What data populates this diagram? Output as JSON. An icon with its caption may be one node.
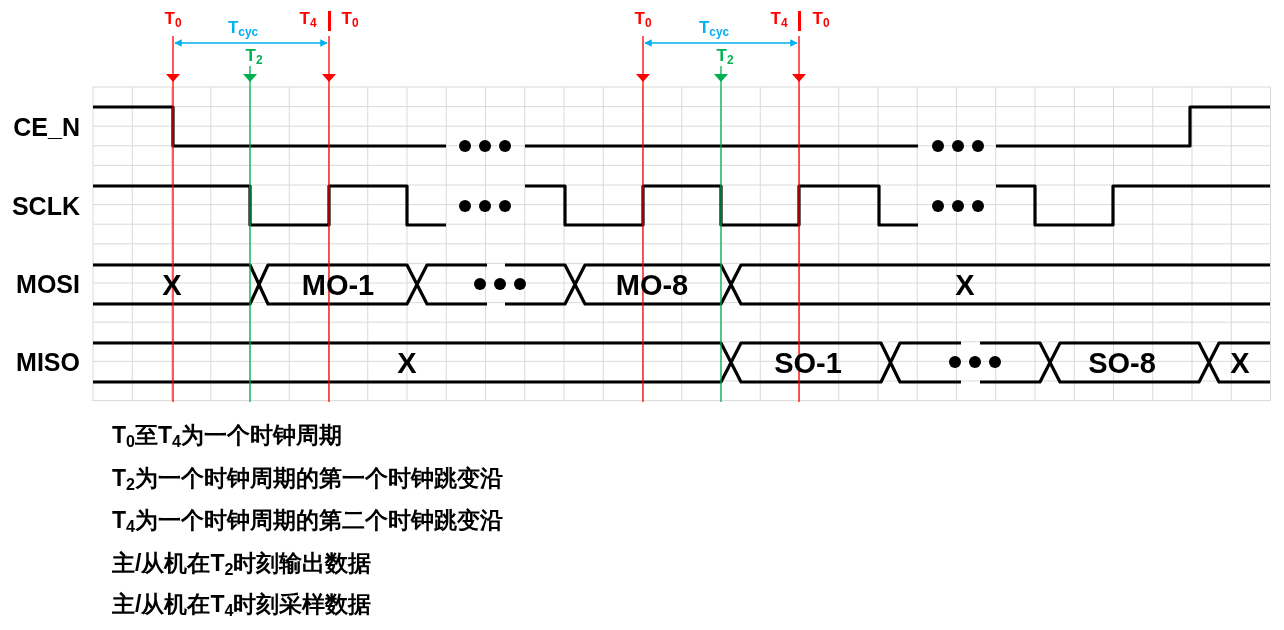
{
  "diagram": {
    "labels": [
      "T$_{0}$",
      "T$_{cyc}$",
      "T$_{4}$",
      "T$_{0}$",
      "T$_{0}$",
      "T$_{cyc}$",
      "T$_{4}$",
      "T$_{0}$",
      "T$_{2}$",
      "T$_{2}$",
      "CE_N",
      "SCLK",
      "MOSI",
      "X",
      "MO-1",
      "MO-8",
      "X",
      "MISO",
      "X",
      "SO-1",
      "SO-8",
      "X",
      "T$_{0}$至T$_{4}$为一个时钟周期",
      "T$_{2}$为一个时钟周期的第一个时钟跳变沿",
      "T$_{4}$为一个时钟周期的第二个时钟跳变沿",
      "主/从机在T$_{2}$时刻输出数据",
      "主/从机在T$_{4}$时刻采样数据"
    ]
  }
}
